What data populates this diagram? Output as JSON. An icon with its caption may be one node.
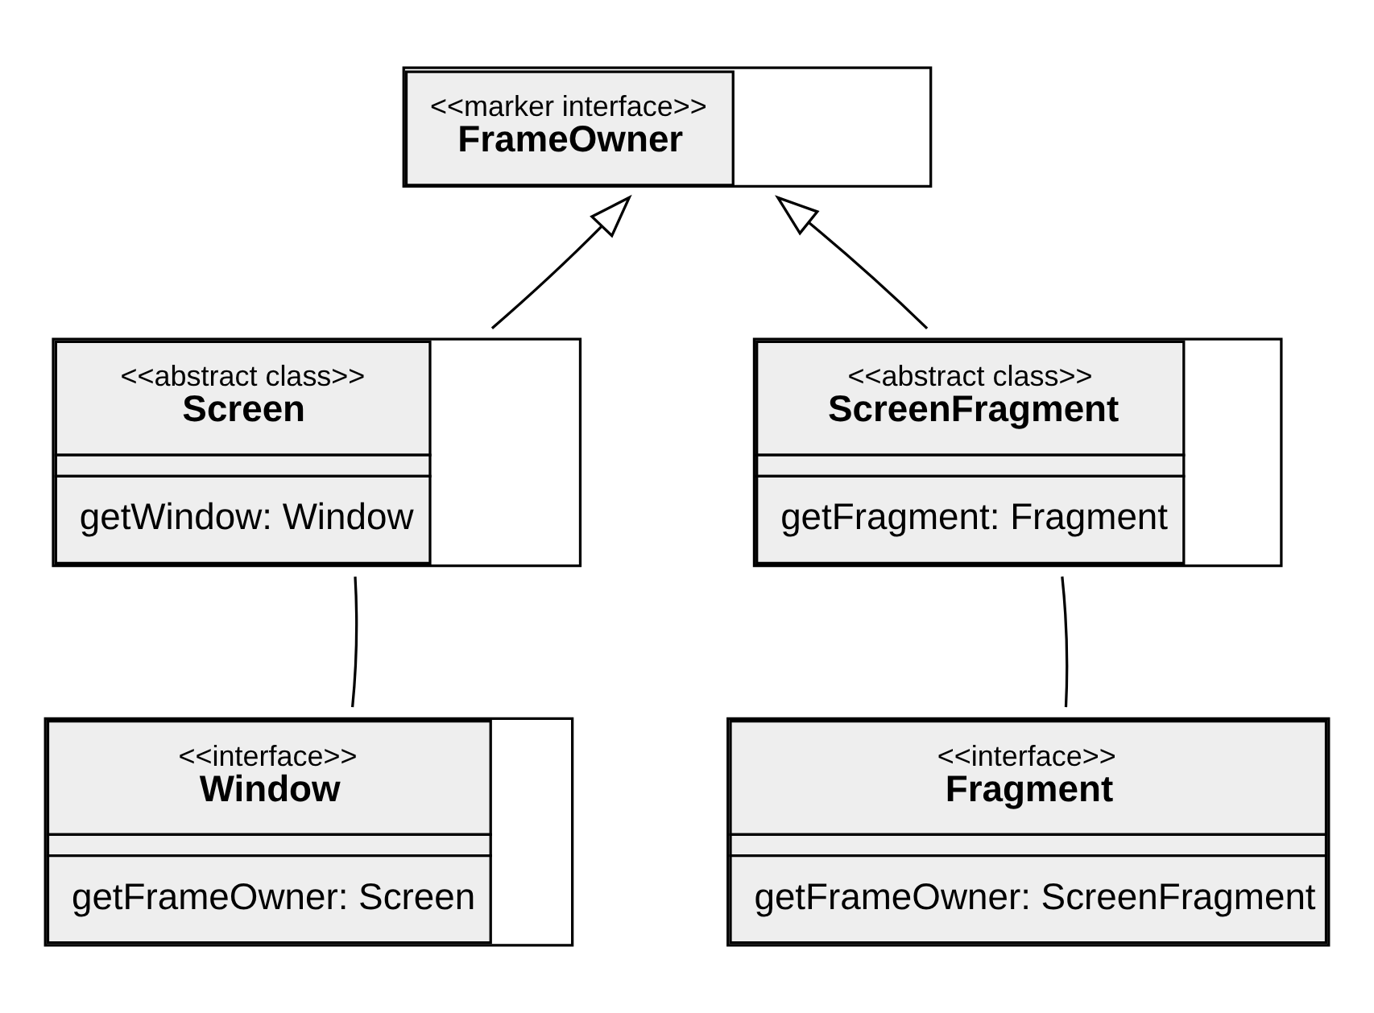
{
  "diagram": {
    "nodes": [
      {
        "text": [
          "<<marker interface>>",
          "FrameOwner"
        ]
      },
      {
        "text": [
          "<<abstract class>>",
          "Screen",
          "getWindow: Window"
        ]
      },
      {
        "text": [
          "<<abstract class>>",
          "ScreenFragment",
          "getFragment: Fragment"
        ]
      },
      {
        "text": [
          "<<interface>>",
          "Window",
          "getFrameOwner: Screen"
        ]
      },
      {
        "text": [
          "<<interface>>",
          "Fragment",
          "getFrameOwner: ScreenFragment"
        ]
      }
    ],
    "edges": [
      {
        "from": 1,
        "to": 0,
        "arrow": "to"
      },
      {
        "from": 2,
        "to": 0,
        "arrow": "to"
      },
      {
        "from": 1,
        "to": 3,
        "arrow": "none"
      },
      {
        "from": 2,
        "to": 4,
        "arrow": "none"
      }
    ]
  }
}
